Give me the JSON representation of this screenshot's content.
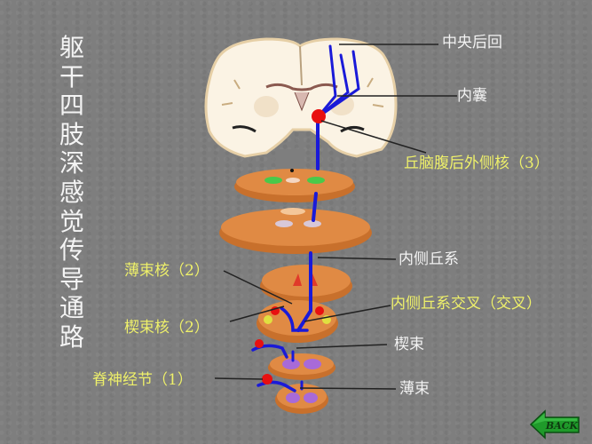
{
  "title": {
    "text": "躯干四肢深感觉传导通路",
    "chars": [
      "躯",
      "干",
      "四",
      "肢",
      "深",
      "感",
      "觉",
      "传",
      "导",
      "通",
      "路"
    ]
  },
  "labels": {
    "central_gyrus": "中央后回",
    "internal_capsule": "内囊",
    "vpl_thalamus": "丘脑腹后外侧核（3）",
    "medial_lemniscus": "内侧丘系",
    "gracile_nucleus": "薄束核（2）",
    "medial_lemniscus_decussation": "内侧丘系交叉（交叉）",
    "cuneate_nucleus": "楔束核（2）",
    "cuneate_fasciculus": "楔束",
    "spinal_ganglion": "脊神经节（1）",
    "gracile_fasciculus": "薄束"
  },
  "navigation": {
    "back_label": "BACK"
  },
  "colors": {
    "background": "#7e7e7e",
    "pathway": "#1a1ad8",
    "nucleus_red": "#e81010",
    "section_orange": "#d9833f",
    "label_white": "#f2f2f2",
    "label_yellow": "#eef06a",
    "back_green": "#1f9a2a"
  }
}
